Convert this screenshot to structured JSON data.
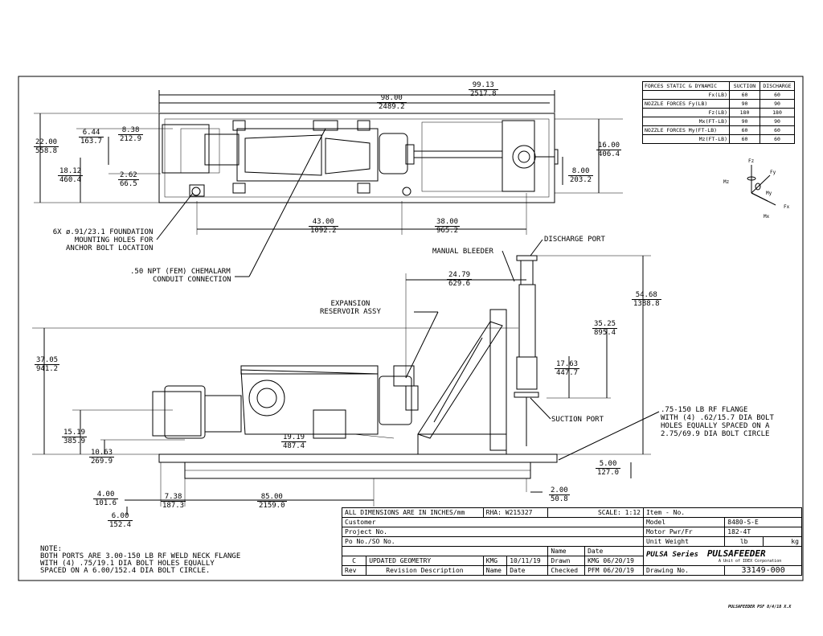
{
  "dimensions": {
    "d1": {
      "a": "99.13",
      "b": "2517.8"
    },
    "d2": {
      "a": "98.00",
      "b": "2489.2"
    },
    "d3": {
      "a": "22.00",
      "b": "558.8"
    },
    "d4": {
      "a": "6.44",
      "b": "163.7"
    },
    "d5": {
      "a": "8.38",
      "b": "212.9"
    },
    "d6": {
      "a": "18.12",
      "b": "460.4"
    },
    "d7": {
      "a": "2.62",
      "b": "66.5"
    },
    "d8": {
      "a": "16.00",
      "b": "406.4"
    },
    "d9": {
      "a": "8.00",
      "b": "203.2"
    },
    "d10": {
      "a": "43.00",
      "b": "1092.2"
    },
    "d11": {
      "a": "38.00",
      "b": "965.2"
    },
    "d12": {
      "a": "24.79",
      "b": "629.6"
    },
    "d13": {
      "a": "54.68",
      "b": "1388.8"
    },
    "d14": {
      "a": "35.25",
      "b": "895.4"
    },
    "d15": {
      "a": "17.63",
      "b": "447.7"
    },
    "d16": {
      "a": "37.05",
      "b": "941.2"
    },
    "d17": {
      "a": "15.19",
      "b": "385.9"
    },
    "d18": {
      "a": "10.63",
      "b": "269.9"
    },
    "d19": {
      "a": "19.19",
      "b": "487.4"
    },
    "d20": {
      "a": "5.00",
      "b": "127.0"
    },
    "d21": {
      "a": "2.00",
      "b": "50.8"
    },
    "d22": {
      "a": "4.00",
      "b": "101.6"
    },
    "d23": {
      "a": "7.38",
      "b": "187.3"
    },
    "d24": {
      "a": "85.00",
      "b": "2159.0"
    },
    "d25": {
      "a": "6.00",
      "b": "152.4"
    }
  },
  "callouts": {
    "foundation": [
      "6X ø.91/23.1 FOUNDATION",
      "MOUNTING HOLES FOR",
      "ANCHOR BOLT LOCATION"
    ],
    "conduit": [
      ".50 NPT (FEM) CHEMALARM",
      "CONDUIT CONNECTION"
    ],
    "manual_bleeder": "MANUAL BLEEDER",
    "discharge_port": "DISCHARGE PORT",
    "expansion": [
      "EXPANSION",
      "RESERVOIR ASSY"
    ],
    "suction_port": "SUCTION PORT",
    "flange": [
      ".75-150 LB RF FLANGE",
      "WITH (4) .62/15.7 DIA BOLT",
      "HOLES EQUALLY SPACED ON A",
      "2.75/69.9 DIA BOLT CIRCLE"
    ]
  },
  "forces_table": {
    "headers": [
      "FORCES STATIC & DYNAMIC",
      "SUCTION",
      "DISCHARGE"
    ],
    "rows": [
      {
        "group": "",
        "label": "Fx(LB)",
        "suction": "60",
        "discharge": "60"
      },
      {
        "group": "NOZZLE FORCES",
        "label": "Fy(LB)",
        "suction": "90",
        "discharge": "90"
      },
      {
        "group": "",
        "label": "Fz(LB)",
        "suction": "180",
        "discharge": "180"
      },
      {
        "group": "",
        "label": "Mx(FT-LB)",
        "suction": "90",
        "discharge": "90"
      },
      {
        "group": "NOZZLE FORCES",
        "label": "My(FT-LB)",
        "suction": "60",
        "discharge": "60"
      },
      {
        "group": "",
        "label": "Mz(FT-LB)",
        "suction": "60",
        "discharge": "60"
      }
    ]
  },
  "axes_labels": {
    "fz": "Fz",
    "fy": "Fy",
    "mz": "Mz",
    "my": "My",
    "fx": "Fx",
    "mx": "Mx"
  },
  "title_block": {
    "all_dims": "ALL DIMENSIONS ARE IN INCHES/mm",
    "rha": "RHA: W215327",
    "scale": "SCALE: 1:12",
    "item_no": "Item - No.",
    "customer": "Customer",
    "project_no": "Project No.",
    "po_no": "Po No./SO No.",
    "model_label": "Model",
    "model_value": "8480-S-E",
    "motor_label": "Motor Pwr/Fr",
    "motor_value": "182-4T",
    "unit_weight_label": "Unit Weight",
    "unit_weight_lb": "lb",
    "unit_weight_kg": "kg",
    "name_label": "Name",
    "date_label": "Date",
    "rev_c": "C",
    "rev_desc": "UPDATED GEOMETRY",
    "rev_name": "KMG",
    "rev_date": "10/11/19",
    "drawn": "Drawn",
    "drawn_name": "KMG",
    "drawn_date": "06/20/19",
    "rev_header": "Rev",
    "rev_desc_header": "Revision Description",
    "name_header": "Name",
    "date_header": "Date",
    "checked": "Checked",
    "checked_name": "PFM",
    "checked_date": "06/20/19",
    "drawing_no_label": "Drawing No.",
    "drawing_no": "33149-000",
    "pulsa": "PULSA Series",
    "pulsafeeder": "PULSAFEEDER",
    "idex": "A Unit of IDEX Corporation"
  },
  "note": [
    "NOTE:",
    "BOTH PORTS ARE 3.00-150 LB RF WELD NECK FLANGE",
    "WITH (4) .75/19.1 DIA BOLT HOLES EQUALLY",
    "SPACED ON A 6.00/152.4 DIA BOLT CIRCLE."
  ],
  "footer_mark": "PULSAFEEDER PSF 8/4/18 X.X"
}
